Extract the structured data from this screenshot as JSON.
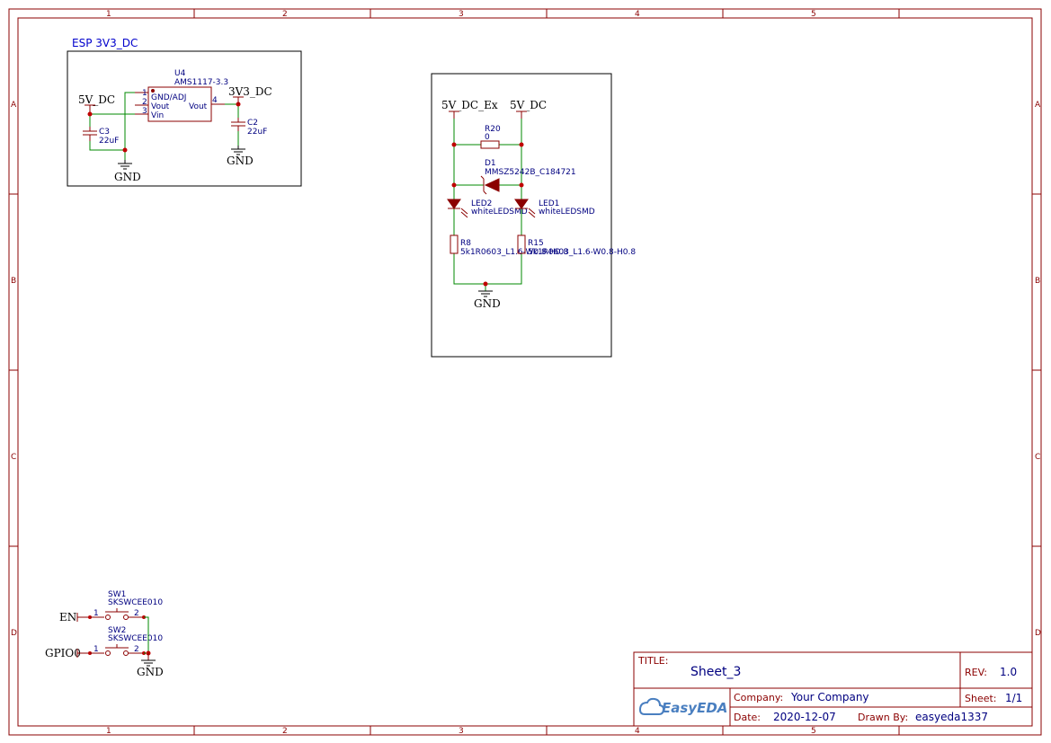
{
  "sheet": {
    "columns": [
      "1",
      "2",
      "3",
      "4",
      "5"
    ],
    "rows": [
      "A",
      "B",
      "C",
      "D"
    ]
  },
  "power_block": {
    "title": "ESP 3V3_DC",
    "u4": {
      "ref": "U4",
      "value": "AMS1117-3.3",
      "pins": [
        {
          "num": "1",
          "name": "GND/ADJ"
        },
        {
          "num": "2",
          "name": "Vout"
        },
        {
          "num": "3",
          "name": "Vin"
        },
        {
          "num": "4",
          "name": "Vout"
        }
      ]
    },
    "c3": {
      "ref": "C3",
      "value": "22uF"
    },
    "c2": {
      "ref": "C2",
      "value": "22uF"
    },
    "nets": {
      "in": "5V_DC",
      "out": "3V3_DC",
      "gnd1": "GND",
      "gnd2": "GND"
    }
  },
  "led_block": {
    "nets": {
      "left": "5V_DC_Ex",
      "right": "5V_DC",
      "gnd": "GND"
    },
    "r20": {
      "ref": "R20",
      "value": "0"
    },
    "d1": {
      "ref": "D1",
      "value": "MMSZ5242B_C184721"
    },
    "led2": {
      "ref": "LED2",
      "value": "whiteLEDSMD"
    },
    "led1": {
      "ref": "LED1",
      "value": "whiteLEDSMD"
    },
    "r8": {
      "ref": "R8",
      "value": "5k1R0603_L1.6-W0.8-H0.8"
    },
    "r15": {
      "ref": "R15",
      "value": "5k1R0603_L1.6-W0.8-H0.8"
    }
  },
  "switch_block": {
    "sw1": {
      "ref": "SW1",
      "value": "SKSWCEE010",
      "pin1": "1",
      "pin2": "2",
      "net": "EN"
    },
    "sw2": {
      "ref": "SW2",
      "value": "SKSWCEE010",
      "pin1": "1",
      "pin2": "2",
      "net": "GPIO0"
    },
    "gnd": "GND"
  },
  "title_block": {
    "title_label": "TITLE:",
    "title": "Sheet_3",
    "rev_label": "REV:",
    "rev": "1.0",
    "logo": "EasyEDA",
    "company_label": "Company:",
    "company": "Your Company",
    "sheet_label": "Sheet:",
    "sheet": "1/1",
    "date_label": "Date:",
    "date": "2020-12-07",
    "drawn_label": "Drawn By:",
    "drawn_by": "easyeda1337"
  },
  "colors": {
    "frame": "#8b0000",
    "wire": "#008800",
    "text": "#000080",
    "junction": "#c00000"
  }
}
